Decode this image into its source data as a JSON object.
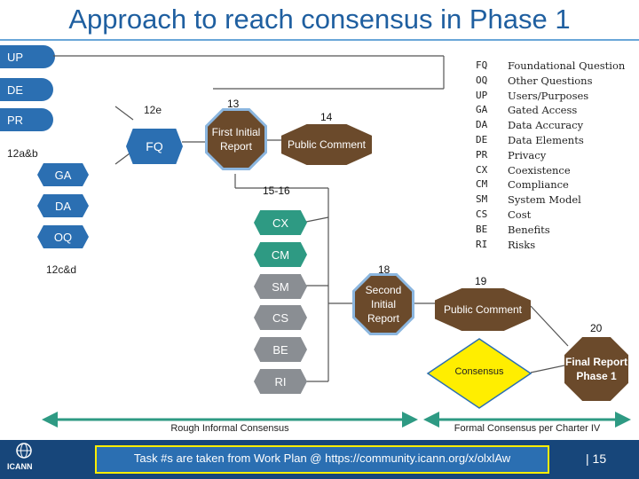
{
  "title": "Approach to reach consensus in Phase 1",
  "bars": [
    "UP",
    "DE",
    "PR"
  ],
  "hexes_left": [
    "GA",
    "DA",
    "OQ"
  ],
  "hexes_teal": [
    "CX",
    "CM"
  ],
  "hexes_gray": [
    "SM",
    "CS",
    "BE",
    "RI"
  ],
  "labels": {
    "l_12e": "12e",
    "l_13": "13",
    "l_14": "14",
    "l_12ab": "12a&b",
    "l_1516": "15-16",
    "l_12cd": "12c&d",
    "l_18": "18",
    "l_19": "19",
    "l_20": "20"
  },
  "fq_box": "FQ",
  "octagons": {
    "first_initial_report": "First Initial Report",
    "public_comment_1": "Public Comment",
    "second_initial_report": "Second Initial Report",
    "public_comment_2": "Public Comment",
    "final_report": "Final Report Phase 1"
  },
  "consensus": "Consensus",
  "legend": [
    {
      "code": "FQ",
      "name": "Foundational Question"
    },
    {
      "code": "OQ",
      "name": "Other Questions"
    },
    {
      "code": "UP",
      "name": "Users/Purposes"
    },
    {
      "code": "GA",
      "name": "Gated Access"
    },
    {
      "code": "DA",
      "name": "Data Accuracy"
    },
    {
      "code": "DE",
      "name": "Data Elements"
    },
    {
      "code": "PR",
      "name": "Privacy"
    },
    {
      "code": "CX",
      "name": "Coexistence"
    },
    {
      "code": "CM",
      "name": "Compliance"
    },
    {
      "code": "SM",
      "name": "System Model"
    },
    {
      "code": "CS",
      "name": "Cost"
    },
    {
      "code": "BE",
      "name": "Benefits"
    },
    {
      "code": "RI",
      "name": "Risks"
    }
  ],
  "arrows": {
    "rough": "Rough Informal Consensus",
    "formal": "Formal Consensus per Charter IV"
  },
  "footer": {
    "note": "Task #s are taken from Work Plan @ https://community.icann.org/x/olxlAw",
    "org": "ICANN",
    "page": "| 15"
  },
  "colors": {
    "blue": "#2b6fb2",
    "teal": "#2e9a83",
    "gray": "#8a8e93",
    "brown": "#6b4a2b",
    "yellow": "#ffee00",
    "footer": "#17467a"
  }
}
